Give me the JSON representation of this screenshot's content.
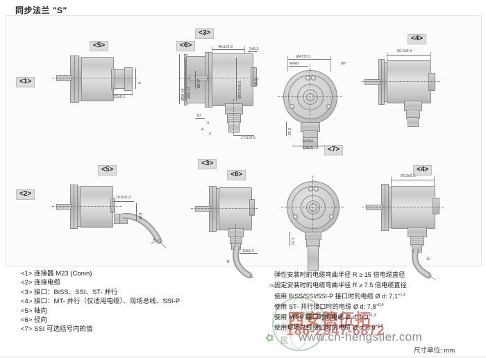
{
  "document": {
    "title": "同步法兰 \"S\"",
    "units_note": "尺寸单位: mm",
    "website": "www.cn-hengstler.com"
  },
  "callouts": {
    "c1": "<1>",
    "c2": "<2>",
    "c3": "<3>",
    "c4": "<4>",
    "c5": "<5>",
    "c6": "<6>",
    "c7": "<7>"
  },
  "views": {
    "top_row": {
      "row_label": "<1>",
      "view_axial": {
        "tag": "<5>",
        "dims": [
          "23±0.1",
          "9"
        ]
      },
      "view_radial": {
        "tag": "<6>",
        "section_tag": "<3>",
        "dims": [
          "46.5±0.3",
          "2±0.3",
          "Ø58 h9",
          "Ø50 h7",
          "Ø6 f7",
          "Ø57.8±0.5",
          "15.8",
          "10",
          "3",
          "4",
          "3",
          "17.5±0.5"
        ]
      },
      "view_front": {
        "tag": "<3>",
        "note_tag": "<7>",
        "dims": [
          "Ø47±0.1",
          "M4x6",
          "90°",
          "25.3",
          "M23x1",
          "(M12)"
        ]
      },
      "view_right": {
        "tag": "<4>",
        "dims": [
          "60.2±0.3"
        ]
      }
    },
    "bottom_row": {
      "row_label": "<2>",
      "view_axial": {
        "tag": "<5>",
        "dims": [
          "15.5±0.3",
          "16.8",
          "R"
        ]
      },
      "view_radial": {
        "tag": "<6>",
        "section_tag": "<3>",
        "dims": [
          "13±0.3",
          "R"
        ]
      },
      "view_front": {
        "tag": "<3>",
        "dims": [
          "22.2"
        ]
      },
      "view_right": {
        "tag": "<4>",
        "dims": [
          "60.2±0.3",
          "R"
        ]
      }
    }
  },
  "legend_left": [
    "<1> 连接器 M23 (Conin)",
    "<2> 连接电缆",
    "<3> 接口：BiSS、SSI、ST- 并行",
    "<4> 接口：MT- 并行（仅适用电缆）、现场总线、SSI-P",
    "<5> 轴向",
    "<6> 径向",
    "<7> SSI 可选括号内的值"
  ],
  "legend_right": [
    {
      "text": "弹性安装时的电缆弯曲半径 R ≥ 15 倍电缆直径",
      "sup": ""
    },
    {
      "text": "固定安装时的电缆弯曲半径 R ≥ 7.5 倍电缆直径",
      "sup": ""
    },
    {
      "text": "使用 BiSS/SSI/SSI-P 接口时的电缆 Ø d: 7,1",
      "sup": "+1,2"
    },
    {
      "text": "使用 ST- 并行接口时的电缆 Ø d: 7,8",
      "sup": "+0,9"
    },
    {
      "text": "使用 MT-P 接口时的电缆 Ø d: 9,3",
      "sup": "+1,3"
    },
    {
      "text": "使用现场总线接口时的电缆 Ø d: 8,6",
      "sup": "+1,2"
    }
  ],
  "watermark": {
    "company": "西安德伍拓",
    "phone": "186-2947-6872",
    "faint1": "德伍拓自动化",
    "faint2": "区"
  }
}
